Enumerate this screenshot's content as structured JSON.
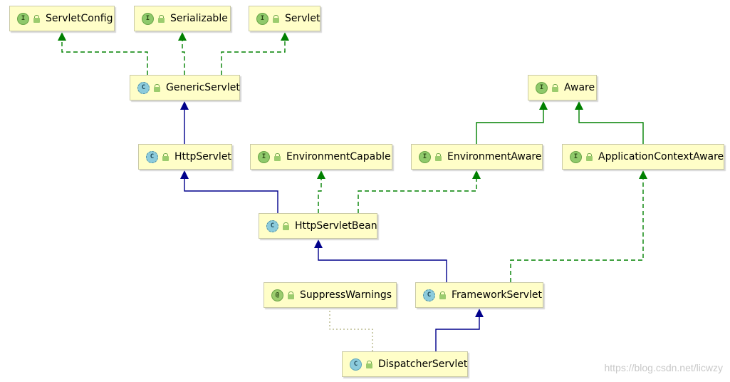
{
  "nodes": {
    "servlet_config": {
      "label": "ServletConfig",
      "kind": "I",
      "kind_class": "iface"
    },
    "serializable": {
      "label": "Serializable",
      "kind": "I",
      "kind_class": "iface"
    },
    "servlet": {
      "label": "Servlet",
      "kind": "I",
      "kind_class": "iface"
    },
    "generic_servlet": {
      "label": "GenericServlet",
      "kind": "C",
      "kind_class": "abs"
    },
    "aware": {
      "label": "Aware",
      "kind": "I",
      "kind_class": "iface"
    },
    "http_servlet": {
      "label": "HttpServlet",
      "kind": "C",
      "kind_class": "abs"
    },
    "environment_capable": {
      "label": "EnvironmentCapable",
      "kind": "I",
      "kind_class": "iface"
    },
    "environment_aware": {
      "label": "EnvironmentAware",
      "kind": "I",
      "kind_class": "iface"
    },
    "application_context_aware": {
      "label": "ApplicationContextAware",
      "kind": "I",
      "kind_class": "iface"
    },
    "http_servlet_bean": {
      "label": "HttpServletBean",
      "kind": "C",
      "kind_class": "abs"
    },
    "suppress_warnings": {
      "label": "SuppressWarnings",
      "kind": "@",
      "kind_class": "anno"
    },
    "framework_servlet": {
      "label": "FrameworkServlet",
      "kind": "C",
      "kind_class": "abs"
    },
    "dispatcher_servlet": {
      "label": "DispatcherServlet",
      "kind": "C",
      "kind_class": "cls"
    }
  },
  "edges": [
    {
      "from": "generic_servlet",
      "to": "servlet_config",
      "type": "implements"
    },
    {
      "from": "generic_servlet",
      "to": "serializable",
      "type": "implements"
    },
    {
      "from": "generic_servlet",
      "to": "servlet",
      "type": "implements"
    },
    {
      "from": "http_servlet",
      "to": "generic_servlet",
      "type": "extends"
    },
    {
      "from": "http_servlet_bean",
      "to": "http_servlet",
      "type": "extends"
    },
    {
      "from": "http_servlet_bean",
      "to": "environment_capable",
      "type": "implements"
    },
    {
      "from": "http_servlet_bean",
      "to": "environment_aware",
      "type": "implements"
    },
    {
      "from": "environment_aware",
      "to": "aware",
      "type": "interface-extends"
    },
    {
      "from": "application_context_aware",
      "to": "aware",
      "type": "interface-extends"
    },
    {
      "from": "framework_servlet",
      "to": "http_servlet_bean",
      "type": "extends"
    },
    {
      "from": "framework_servlet",
      "to": "application_context_aware",
      "type": "implements"
    },
    {
      "from": "dispatcher_servlet",
      "to": "framework_servlet",
      "type": "extends"
    },
    {
      "from": "dispatcher_servlet",
      "to": "suppress_warnings",
      "type": "annotated"
    }
  ],
  "colors": {
    "extends": "#00008b",
    "implements": "#008000",
    "annotated": "#9a9a5a"
  },
  "watermark": "https://blog.csdn.net/licwzy"
}
